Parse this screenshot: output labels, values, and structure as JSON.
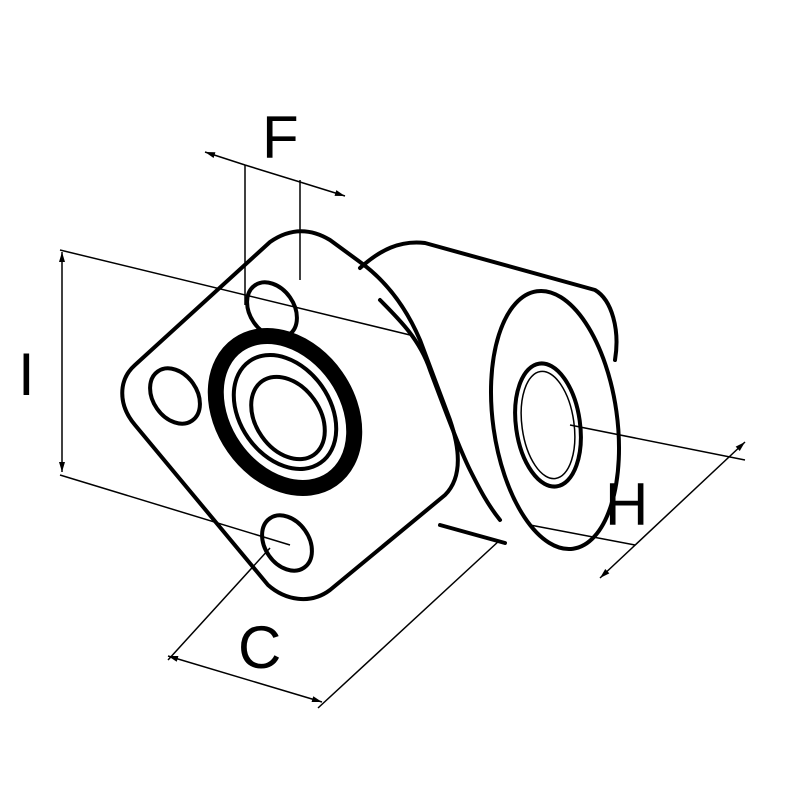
{
  "diagram": {
    "labels": {
      "F": "F",
      "I": "I",
      "H": "H",
      "C": "C"
    },
    "colors": {
      "line": "#000000",
      "background": "#ffffff"
    }
  }
}
